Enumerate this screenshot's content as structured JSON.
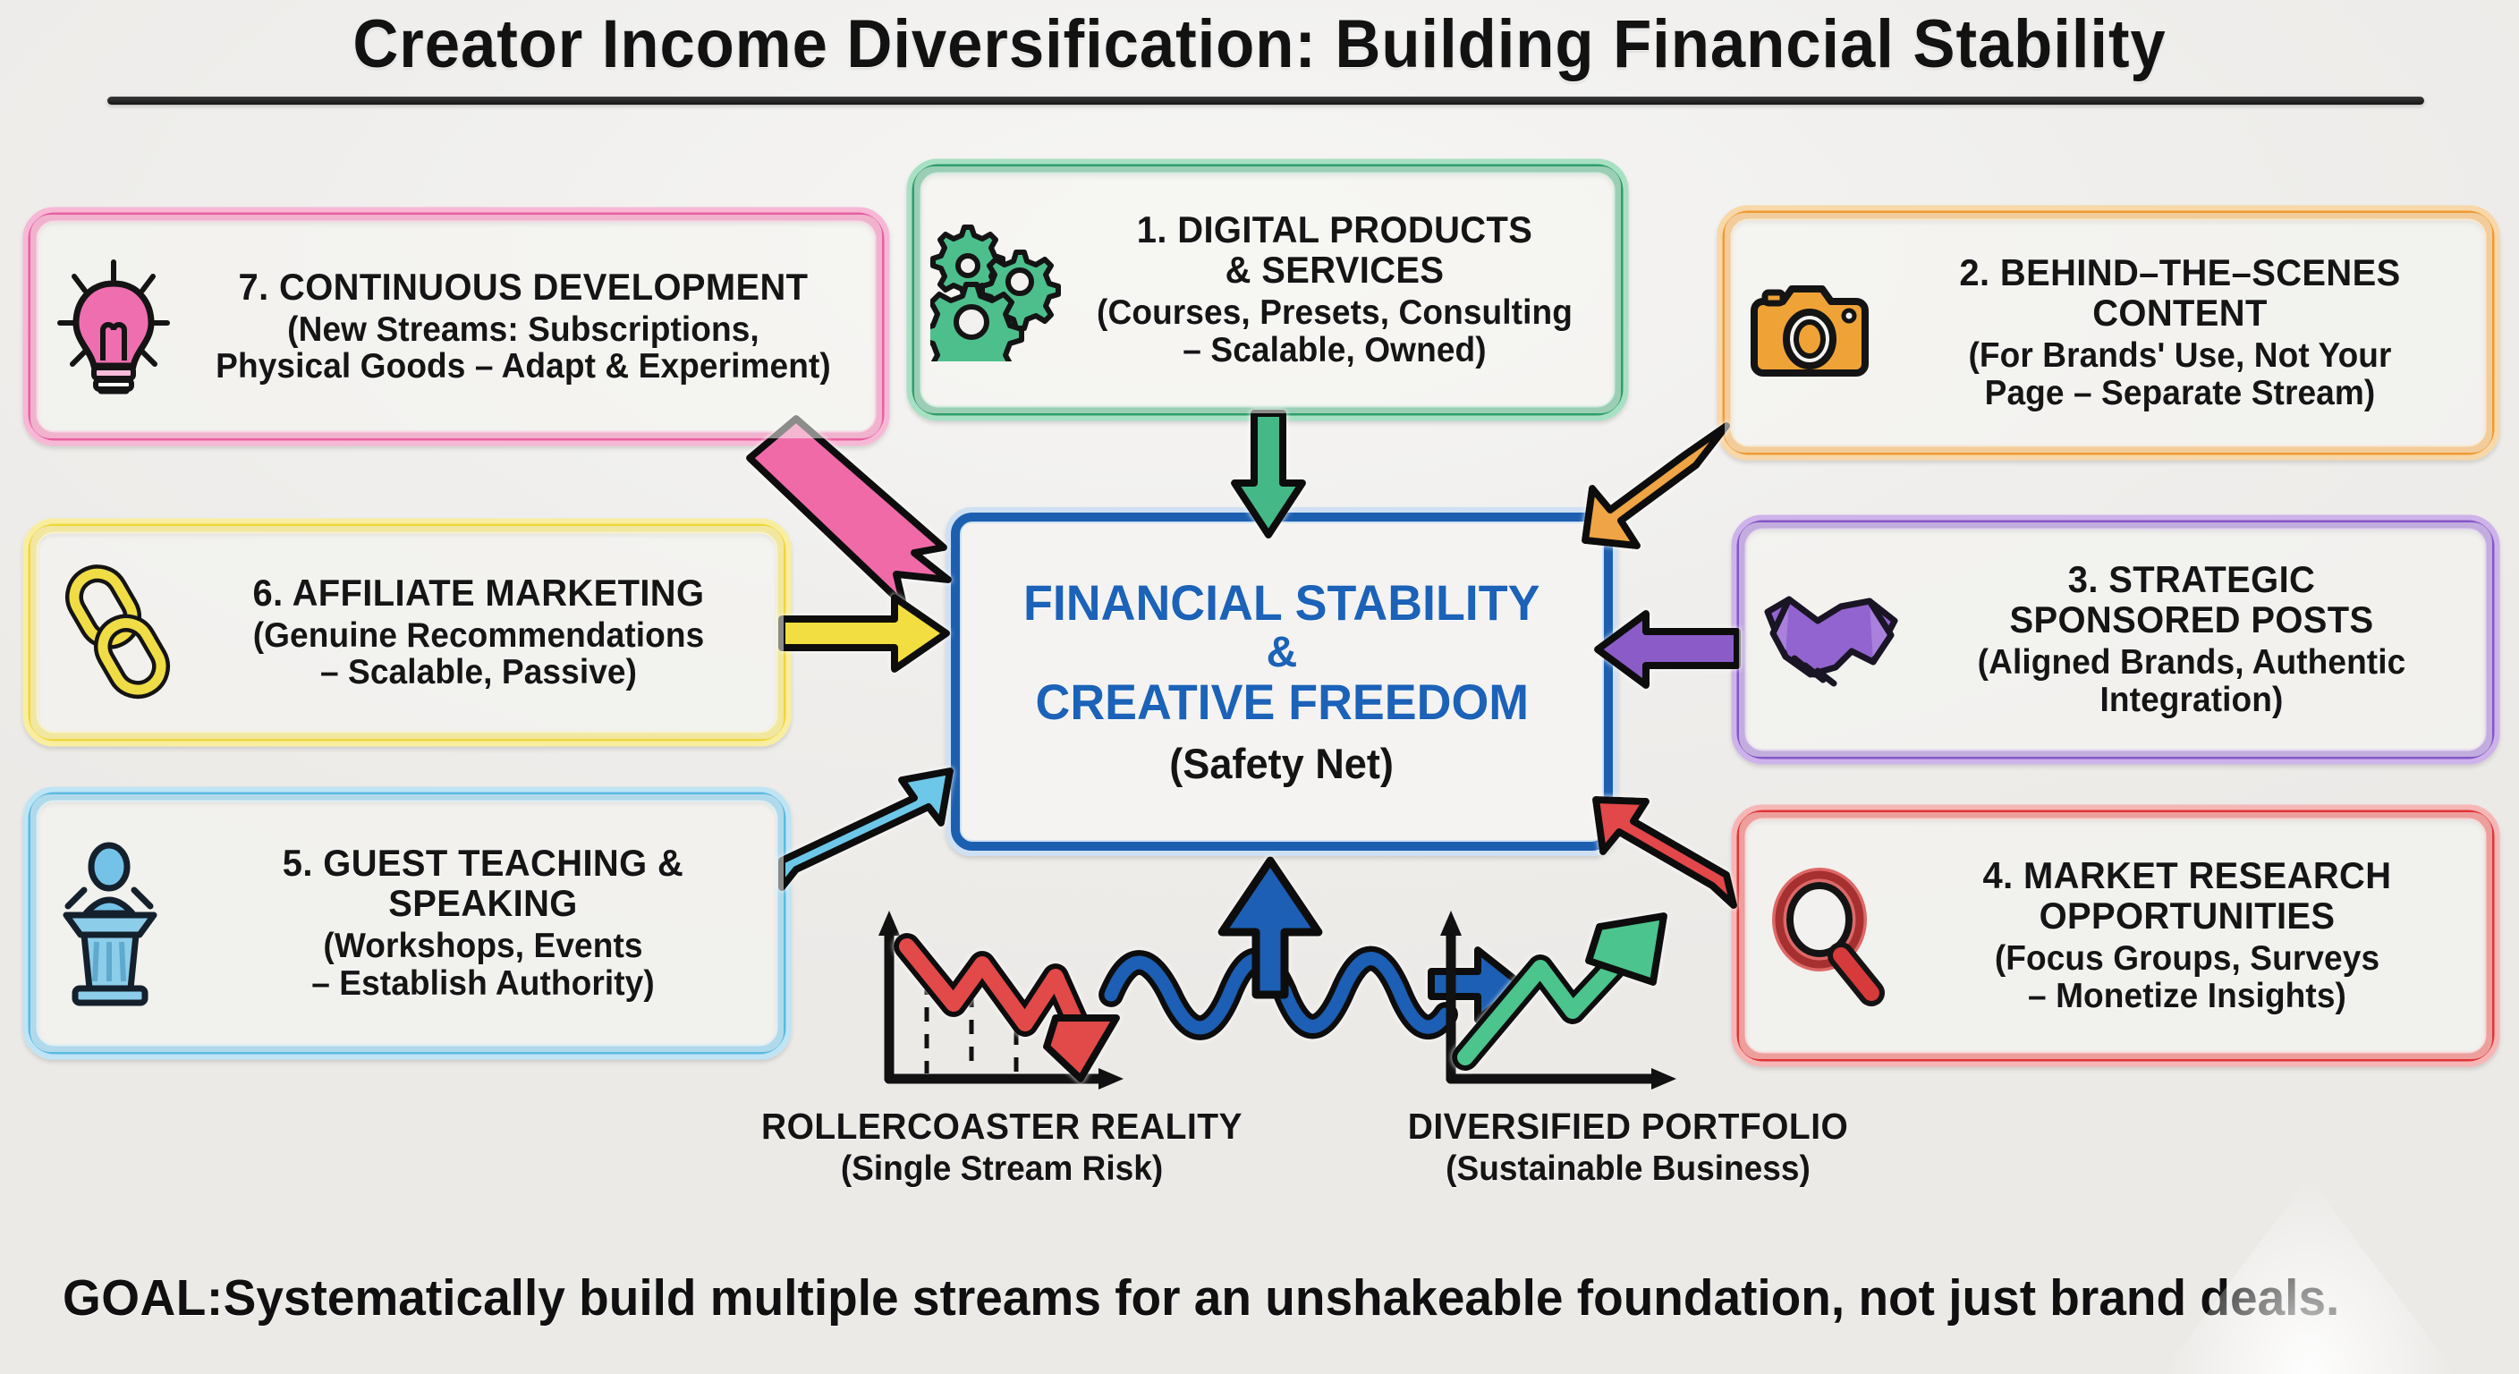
{
  "title": {
    "text": "Creator Income Diversification: Building Financial Stability"
  },
  "center": {
    "main": "FINANCIAL STABILITY",
    "amp": "&",
    "main2": "CREATIVE FREEDOM",
    "sub": "(Safety Net)",
    "color": "#1b62b8"
  },
  "boxes": [
    {
      "id": "digital-products",
      "number": "1.",
      "heading": "1. DIGITAL PRODUCTS\n& SERVICES",
      "subtext": "(Courses, Presets, Consulting\n– Scalable, Owned)",
      "icon": "gears-icon",
      "color": "#35a372"
    },
    {
      "id": "behind-the-scenes",
      "number": "2.",
      "heading": "2. BEHIND–THE–SCENES\nCONTENT",
      "subtext": "(For Brands' Use, Not Your\nPage – Separate Stream)",
      "icon": "camera-icon",
      "color": "#ee9a33"
    },
    {
      "id": "sponsored-posts",
      "number": "3.",
      "heading": "3. STRATEGIC\nSPONSORED POSTS",
      "subtext": "(Aligned Brands, Authentic\nIntegration)",
      "icon": "handshake-icon",
      "color": "#8b5cc8"
    },
    {
      "id": "market-research",
      "number": "4.",
      "heading": "4. MARKET RESEARCH\nOPPORTUNITIES",
      "subtext": "(Focus Groups, Surveys\n– Monetize Insights)",
      "icon": "magnifier-icon",
      "color": "#e23b3b"
    },
    {
      "id": "guest-teaching",
      "number": "5.",
      "heading": "5. GUEST TEACHING &\nSPEAKING",
      "subtext": "(Workshops, Events\n– Establish Authority)",
      "icon": "podium-icon",
      "color": "#61bde4"
    },
    {
      "id": "affiliate-marketing",
      "number": "6.",
      "heading": "6. AFFILIATE MARKETING",
      "subtext": "(Genuine Recommendations\n– Scalable, Passive)",
      "icon": "chain-link-icon",
      "color": "#efd844"
    },
    {
      "id": "continuous-development",
      "number": "7.",
      "heading": "7. CONTINUOUS DEVELOPMENT",
      "subtext": "(New Streams: Subscriptions,\nPhysical Goods – Adapt & Experiment)",
      "icon": "lightbulb-icon",
      "color": "#ea63a6"
    }
  ],
  "charts": [
    {
      "id": "rollercoaster-reality",
      "label": "ROLLERCOASTER REALITY",
      "sublabel": "(Single Stream Risk)",
      "color": "#e23b3b",
      "trend": "down"
    },
    {
      "id": "diversified-portfolio",
      "label": "DIVERSIFIED PORTFOLIO",
      "sublabel": "(Sustainable Business)",
      "color": "#4cc48d",
      "trend": "up"
    }
  ],
  "goal": {
    "label": "GOAL:",
    "text": "Systematically build multiple streams for an unshakeable foundation, not just brand deals."
  },
  "chart_data": {
    "type": "line",
    "title": "Creator Income Diversification: Building Financial Stability",
    "series": [
      {
        "name": "Rollercoaster Reality (Single Stream Risk)",
        "trend": "down",
        "color": "#e23b3b",
        "x": [
          0,
          1,
          2,
          3,
          4
        ],
        "y": [
          90,
          45,
          70,
          30,
          50,
          5
        ]
      },
      {
        "name": "Diversified Portfolio (Sustainable Business)",
        "trend": "up",
        "color": "#4cc48d",
        "x": [
          0,
          1,
          2,
          3
        ],
        "y": [
          10,
          55,
          35,
          95
        ]
      }
    ],
    "legend": "none",
    "grid": false
  }
}
